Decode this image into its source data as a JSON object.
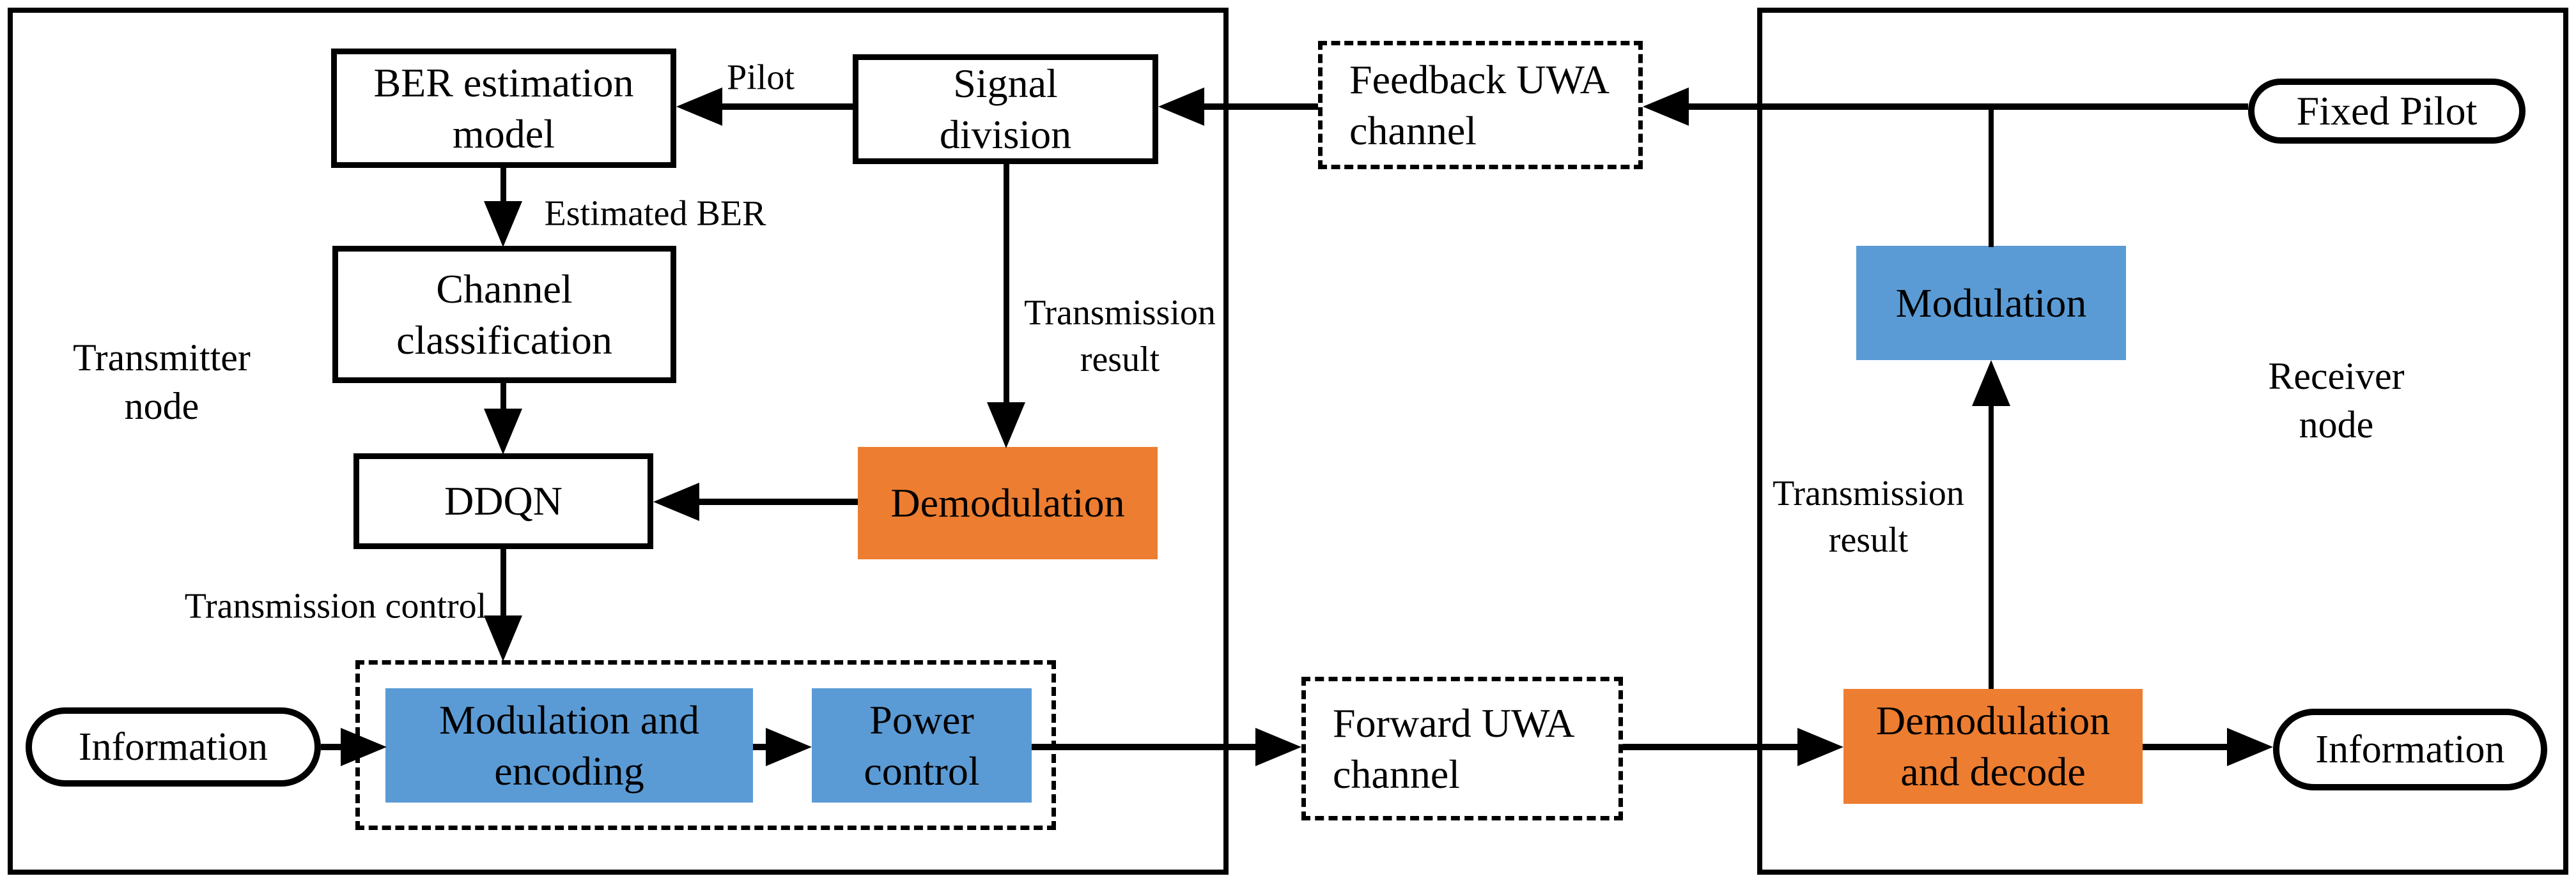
{
  "diagram": {
    "transmitter_label": {
      "line1": "Transmitter",
      "line2": "node"
    },
    "receiver_label": {
      "line1": "Receiver",
      "line2": "node"
    },
    "nodes": {
      "ber_estimation": {
        "line1": "BER estimation",
        "line2": "model"
      },
      "signal_division": {
        "line1": "Signal",
        "line2": "division"
      },
      "feedback_channel": {
        "line1": "Feedback UWA",
        "line2": "channel"
      },
      "fixed_pilot": {
        "label": "Fixed Pilot"
      },
      "channel_classification": {
        "line1": "Channel",
        "line2": "classification"
      },
      "ddqn": {
        "label": "DDQN"
      },
      "demodulation": {
        "label": "Demodulation"
      },
      "modulation_rx": {
        "label": "Modulation"
      },
      "information_tx": {
        "label": "Information"
      },
      "modulation_encoding": {
        "line1": "Modulation and",
        "line2": "encoding"
      },
      "power_control": {
        "line1": "Power",
        "line2": "control"
      },
      "forward_channel": {
        "line1": "Forward UWA",
        "line2": "channel"
      },
      "demodulation_decode": {
        "line1": "Demodulation",
        "line2": "and decode"
      },
      "information_rx": {
        "label": "Information"
      }
    },
    "edge_labels": {
      "pilot": "Pilot",
      "estimated_ber": "Estimated BER",
      "transmission_result_tx": {
        "line1": "Transmission",
        "line2": "result"
      },
      "transmission_control": "Transmission control",
      "transmission_result_rx": {
        "line1": "Transmission",
        "line2": "result"
      }
    },
    "colors": {
      "accent_blue": "#5B9BD5",
      "accent_orange": "#ED7D31",
      "line": "#000000",
      "background": "#FFFFFF"
    }
  }
}
